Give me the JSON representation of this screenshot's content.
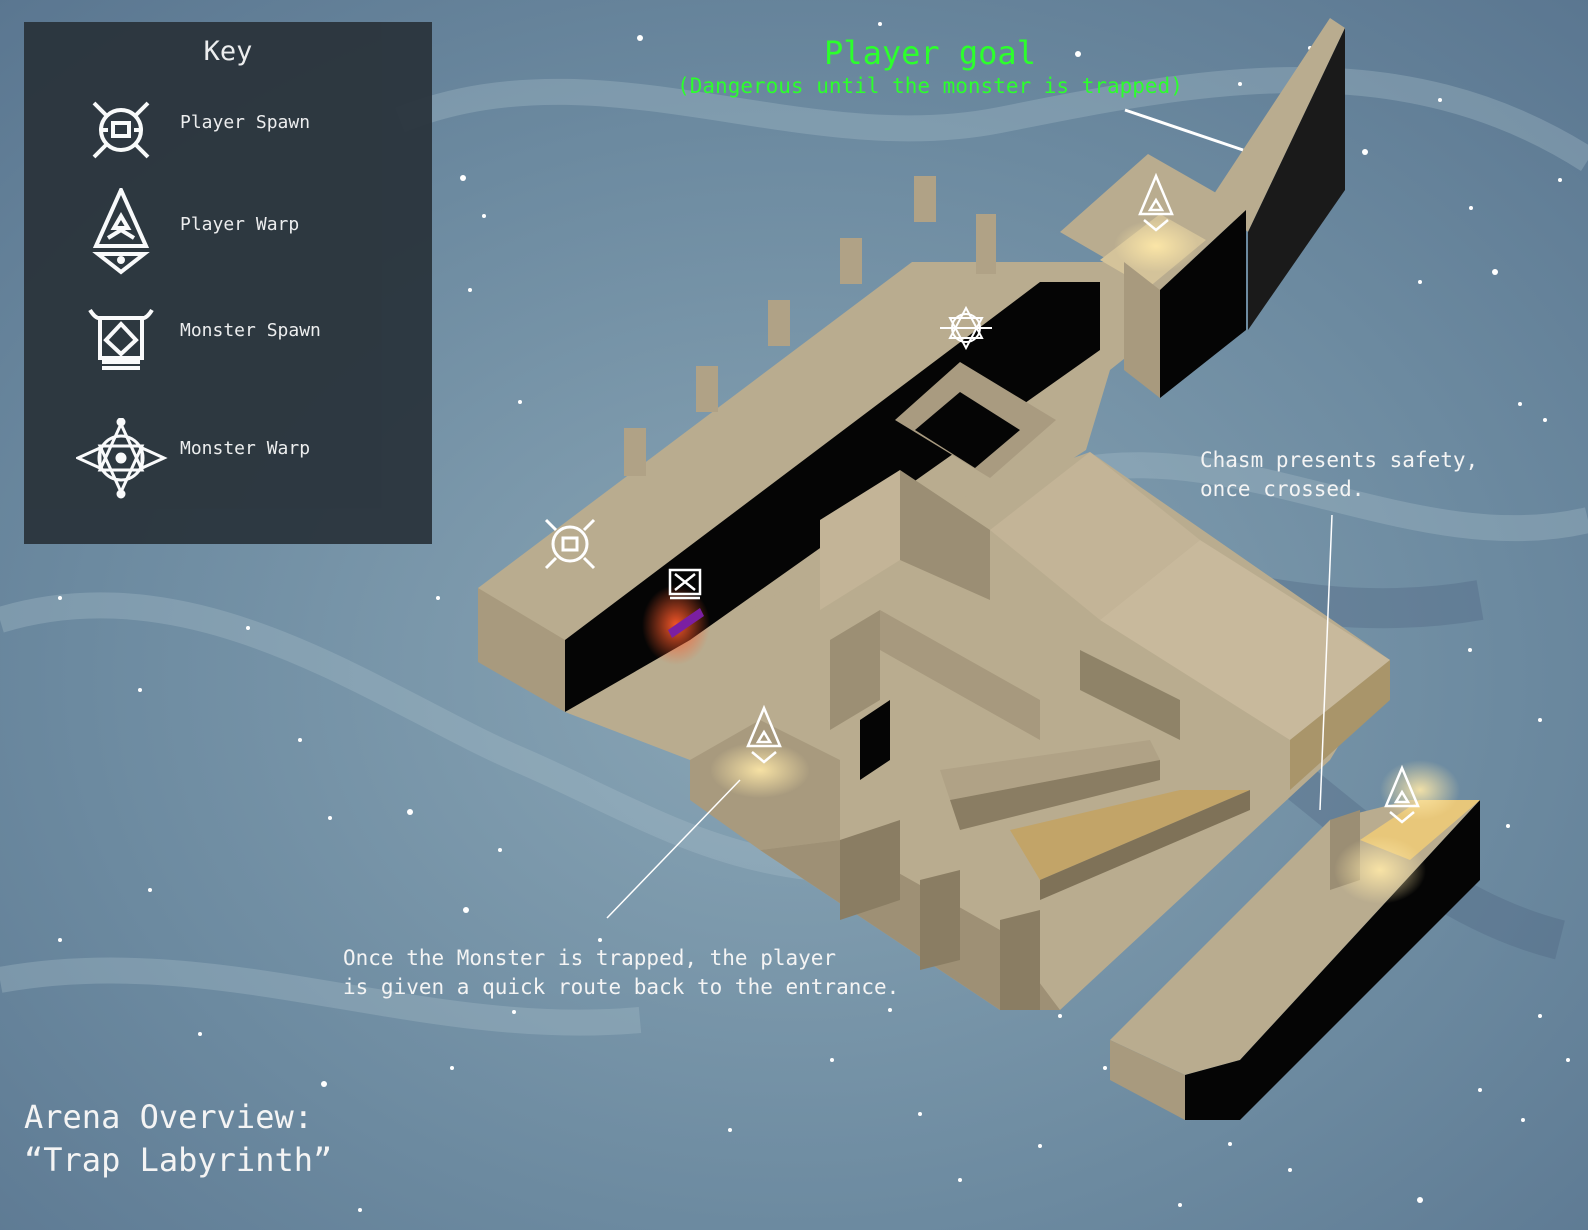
{
  "key": {
    "title": "Key",
    "items": [
      {
        "label": "Player Spawn",
        "icon": "player-spawn-icon"
      },
      {
        "label": "Player Warp",
        "icon": "player-warp-icon"
      },
      {
        "label": "Monster Spawn",
        "icon": "monster-spawn-icon"
      },
      {
        "label": "Monster Warp",
        "icon": "monster-warp-icon"
      }
    ]
  },
  "goal": {
    "title": "Player goal",
    "subtitle": "(Dangerous until the monster is trapped)"
  },
  "notes": {
    "chasm_line1": "Chasm presents safety,",
    "chasm_line2": "once crossed.",
    "trap_line1": "Once the Monster is trapped, the player",
    "trap_line2": "is given a quick route back to the entrance."
  },
  "arena": {
    "line1": "Arena Overview:",
    "line2": "“Trap Labyrinth”"
  },
  "colors": {
    "goal_text": "#2cff2c",
    "panel_bg": "#2b353d",
    "stone": "#b7a98e",
    "shadow_wall": "#000000",
    "sky": "#6f8ea3"
  }
}
